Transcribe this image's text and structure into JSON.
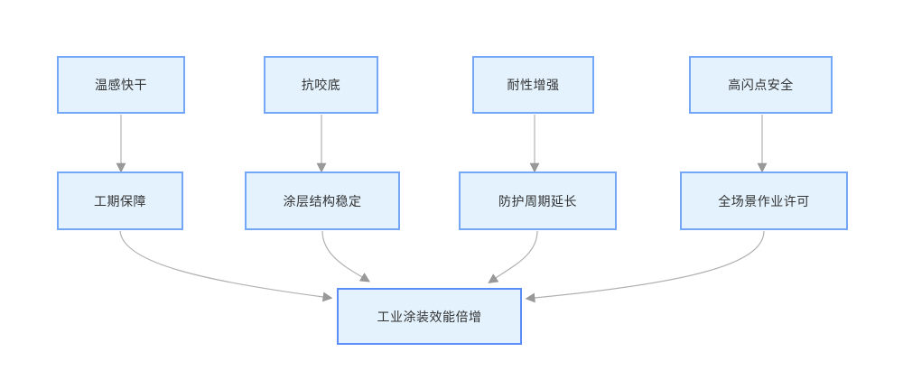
{
  "diagram": {
    "colors": {
      "background": "#ffffff",
      "node_fill": "#e3f2fd",
      "node_border": "#74a7f8",
      "result_border": "#5c8df6",
      "arrow_line": "#b0b0b0",
      "arrow_head": "#999999",
      "text": "#333333"
    },
    "top_row": [
      {
        "label": "温感快干"
      },
      {
        "label": "抗咬底"
      },
      {
        "label": "耐性增强"
      },
      {
        "label": "高闪点安全"
      }
    ],
    "mid_row": [
      {
        "label": "工期保障"
      },
      {
        "label": "涂层结构稳定"
      },
      {
        "label": "防护周期延长"
      },
      {
        "label": "全场景作业许可"
      }
    ],
    "result": {
      "label": "工业涂装效能倍增"
    },
    "edges": [
      {
        "from": "温感快干",
        "to": "工期保障"
      },
      {
        "from": "抗咬底",
        "to": "涂层结构稳定"
      },
      {
        "from": "耐性增强",
        "to": "防护周期延长"
      },
      {
        "from": "高闪点安全",
        "to": "全场景作业许可"
      },
      {
        "from": "工期保障",
        "to": "工业涂装效能倍增"
      },
      {
        "from": "涂层结构稳定",
        "to": "工业涂装效能倍增"
      },
      {
        "from": "防护周期延长",
        "to": "工业涂装效能倍增"
      },
      {
        "from": "全场景作业许可",
        "to": "工业涂装效能倍增"
      }
    ]
  }
}
